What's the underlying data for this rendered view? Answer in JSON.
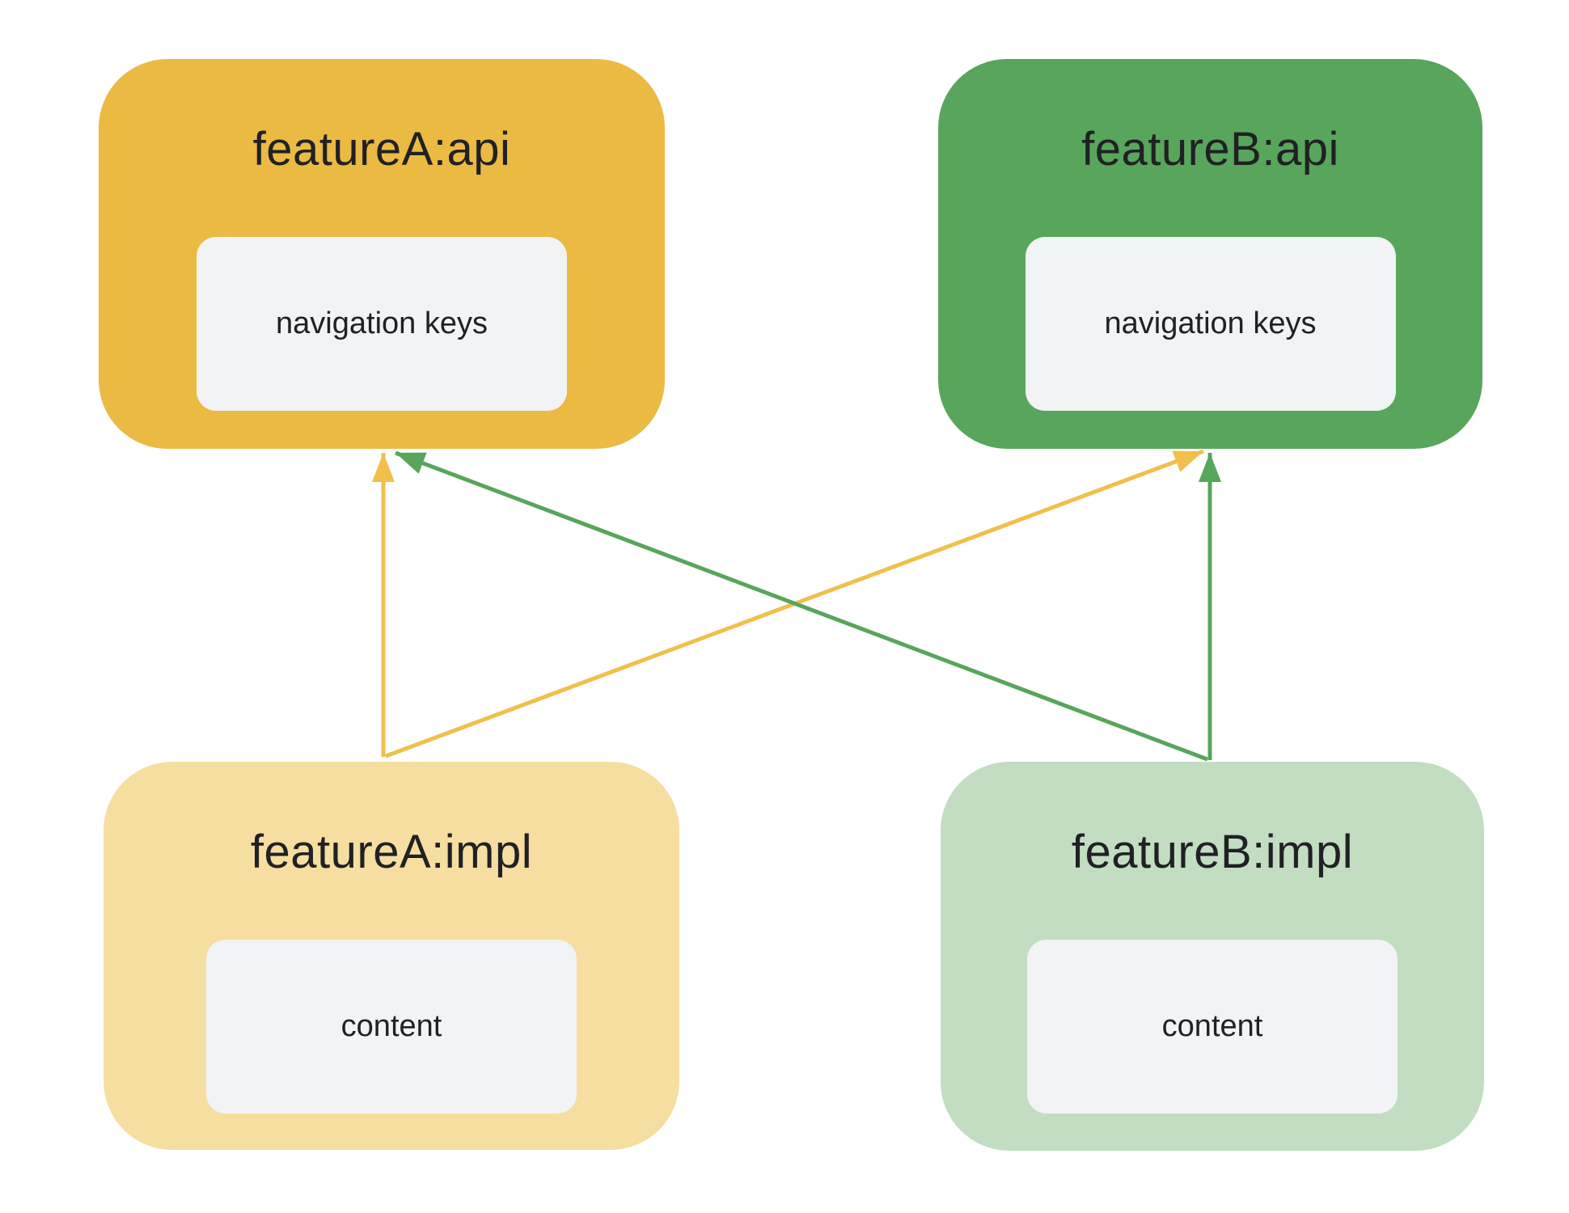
{
  "diagram": {
    "background": "#FFFFFF",
    "text_color": "#202124",
    "inner_box_fill": "#F1F3F4",
    "nodes": {
      "a_api": {
        "title": "featureA:api",
        "inner_label": "navigation keys",
        "fill": "#EBBA43"
      },
      "b_api": {
        "title": "featureB:api",
        "inner_label": "navigation keys",
        "fill": "#58A55C"
      },
      "a_impl": {
        "title": "featureA:impl",
        "inner_label": "content",
        "fill": "#F6DEA0"
      },
      "b_impl": {
        "title": "featureB:impl",
        "inner_label": "content",
        "fill": "#C3DDC2"
      }
    },
    "arrows": {
      "yellow": "#F0C04B",
      "green": "#58A55C"
    },
    "edges": [
      {
        "from": "featureA:impl",
        "to": "featureA:api",
        "color_key": "yellow"
      },
      {
        "from": "featureA:impl",
        "to": "featureB:api",
        "color_key": "yellow"
      },
      {
        "from": "featureB:impl",
        "to": "featureB:api",
        "color_key": "green"
      },
      {
        "from": "featureB:impl",
        "to": "featureA:api",
        "color_key": "green"
      }
    ]
  }
}
